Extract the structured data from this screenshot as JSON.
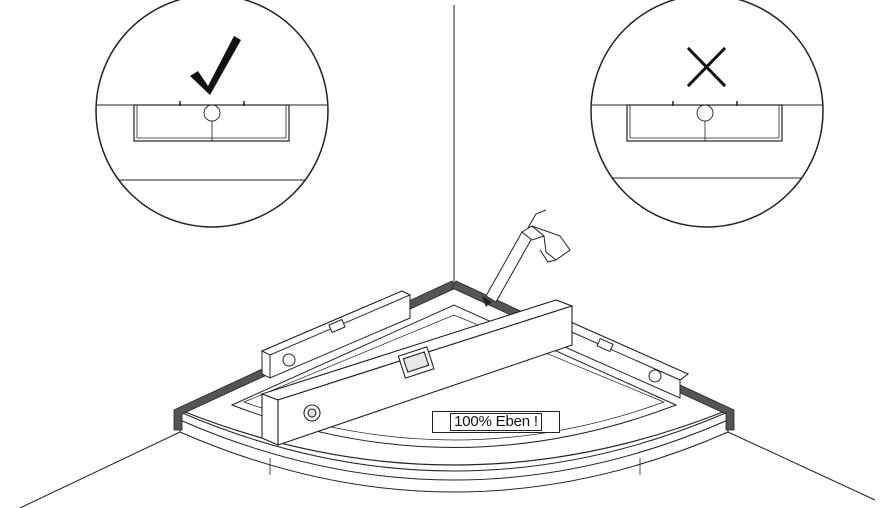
{
  "label": {
    "text": "100% Eben !"
  },
  "marks": {
    "correct": "check-mark",
    "incorrect": "cross-mark"
  },
  "colors": {
    "line": "#222222",
    "seal": "#555555",
    "fill": "#ffffff"
  }
}
